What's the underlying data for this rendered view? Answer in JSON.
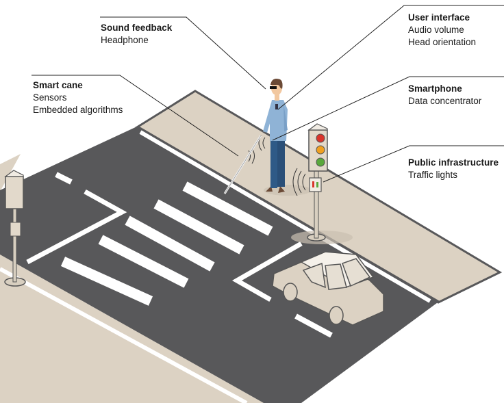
{
  "callouts": {
    "sound": {
      "title": "Sound feedback",
      "lines": [
        "Headphone"
      ]
    },
    "cane": {
      "title": "Smart cane",
      "lines": [
        "Sensors",
        "Embedded algorithms"
      ]
    },
    "ui": {
      "title": "User interface",
      "lines": [
        "Audio volume",
        "Head orientation"
      ]
    },
    "phone": {
      "title": "Smartphone",
      "lines": [
        "Data concentrator"
      ]
    },
    "infra": {
      "title": "Public infrastructure",
      "lines": [
        "Traffic lights"
      ]
    }
  },
  "colors": {
    "road": "#58585a",
    "sidewalk": "#dcd2c3",
    "marking": "#ffffff",
    "shirt": "#8fb3d6",
    "pants": "#2f5a87",
    "red": "#d9342b",
    "amber": "#f0a020",
    "green": "#5aa83c"
  }
}
